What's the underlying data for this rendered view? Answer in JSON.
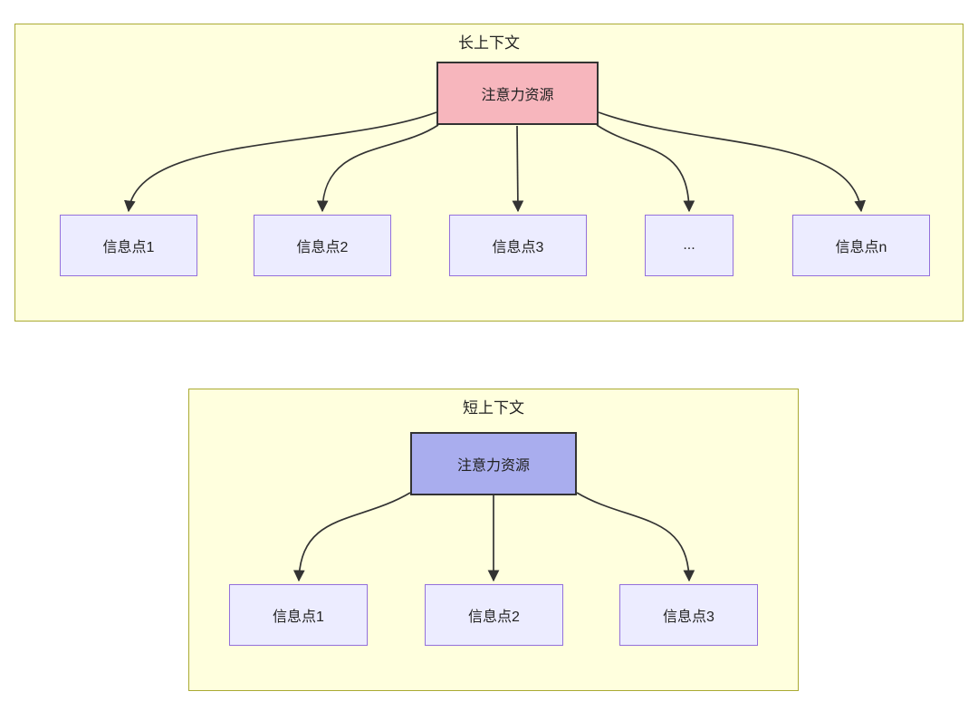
{
  "diagram": {
    "colors": {
      "cluster_fill": "#ffffde",
      "cluster_border": "#aaaa33",
      "node_fill": "#ececff",
      "node_border": "#9370db",
      "attention_long_fill": "#f7b6bd",
      "attention_short_fill": "#a9adee",
      "attention_border": "#333333",
      "edge_color": "#333333",
      "text_color": "#222222"
    },
    "long_context": {
      "title": "长上下文",
      "attention_label": "注意力资源",
      "info_points": [
        "信息点1",
        "信息点2",
        "信息点3",
        "...",
        "信息点n"
      ]
    },
    "short_context": {
      "title": "短上下文",
      "attention_label": "注意力资源",
      "info_points": [
        "信息点1",
        "信息点2",
        "信息点3"
      ]
    }
  }
}
